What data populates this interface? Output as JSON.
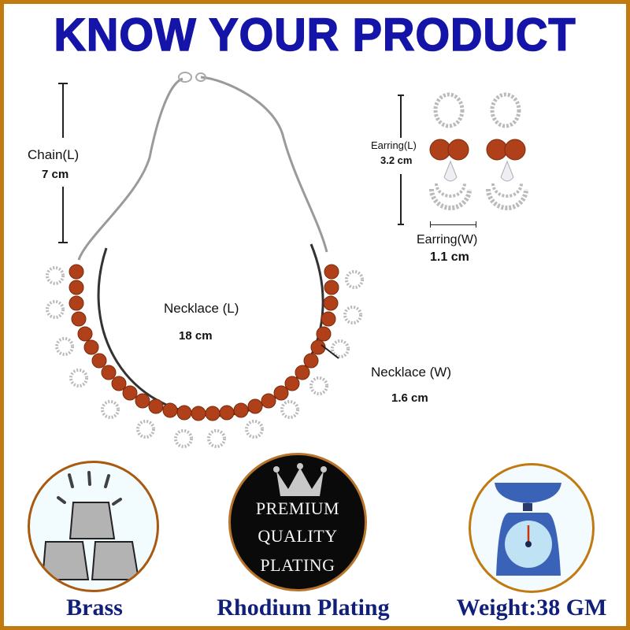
{
  "header": {
    "title": "KNOW YOUR PRODUCT"
  },
  "colors": {
    "border": "#c07a10",
    "title": "#1414a8",
    "feature_label": "#0f1f7a",
    "stone": "#a83a10",
    "circle_border": "#a85a10"
  },
  "measurements": {
    "chain": {
      "label": "Chain(L)",
      "value": "7 cm"
    },
    "earring_length": {
      "label": "Earring(L)",
      "value": "3.2 cm"
    },
    "earring_width": {
      "label": "Earring(W)",
      "value": "1.1 cm"
    },
    "necklace_length": {
      "label": "Necklace (L)",
      "value": "18 cm"
    },
    "necklace_width": {
      "label": "Necklace (W)",
      "value": "1.6 cm"
    }
  },
  "features": [
    {
      "icon": "brass-bars-icon",
      "label": "Brass"
    },
    {
      "icon": "crown-icon",
      "label": "Rhodium Plating",
      "badge_lines": [
        "PREMIUM",
        "QUALITY",
        "PLATING"
      ]
    },
    {
      "icon": "weighing-scale-icon",
      "label": "Weight:38 GM"
    }
  ]
}
